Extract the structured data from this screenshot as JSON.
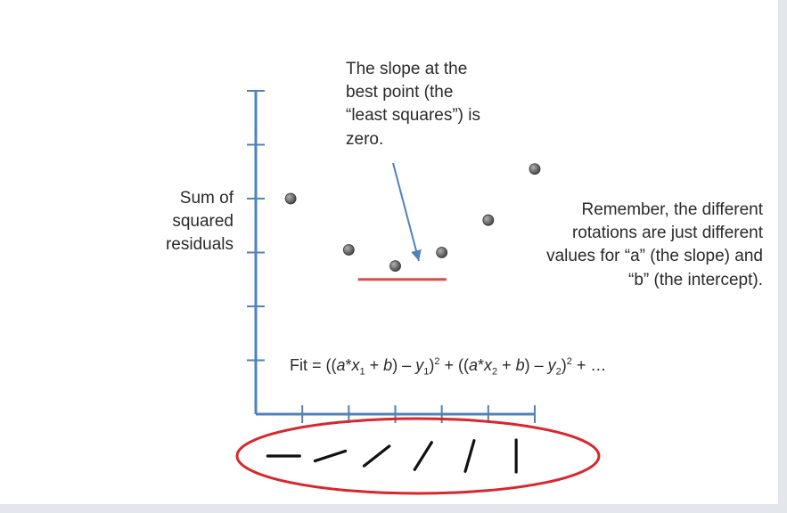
{
  "texts": {
    "ylabel": [
      "Sum of",
      "squared",
      "residuals"
    ],
    "callout": [
      "The slope at the",
      "best point (the",
      "“least squares”) is",
      "zero."
    ],
    "remember": [
      "Remember, the different",
      "rotations are just different",
      "values for “a” (the slope) and",
      "“b” (the intercept)."
    ],
    "formula": {
      "prefix": "Fit = ((",
      "a1": "a",
      "mul1": "*",
      "x1": "x",
      "sub1": "1",
      "plus1": " + ",
      "b1": "b",
      "minus1": ") – ",
      "y1": "y",
      "suby1": "1",
      "close1": ")",
      "sup1": "2",
      "mid": " + ((",
      "a2": "a",
      "mul2": "*",
      "x2": "x",
      "sub2": "2",
      "plus2": " + ",
      "b2": "b",
      "minus2": ") – ",
      "y2": "y",
      "suby2": "2",
      "close2": ")",
      "sup2": "2",
      "suffix": " + …"
    }
  },
  "colors": {
    "axis": "#4f81bd",
    "point": "#4a4a4a",
    "least_squares_line": "#e24a4a",
    "arrow": "#4f81bd",
    "ellipse": "#d9262c",
    "rotation_lines": "#111111"
  },
  "chart_data": {
    "type": "scatter",
    "title": "",
    "xlabel": "",
    "ylabel": "Sum of squared residuals",
    "x_ticks": 6,
    "y_ticks": 6,
    "xlim": [
      0,
      6
    ],
    "ylim": [
      0,
      6
    ],
    "points": [
      {
        "x": 0.75,
        "y": 4.0
      },
      {
        "x": 2.0,
        "y": 3.05
      },
      {
        "x": 3.0,
        "y": 2.75
      },
      {
        "x": 4.0,
        "y": 3.0
      },
      {
        "x": 5.0,
        "y": 3.6
      },
      {
        "x": 6.0,
        "y": 4.55
      }
    ],
    "min_line": {
      "x_start": 2.2,
      "x_end": 4.1,
      "y": 2.5
    },
    "rotation_angles_deg": [
      0,
      18,
      38,
      58,
      74,
      90
    ]
  }
}
